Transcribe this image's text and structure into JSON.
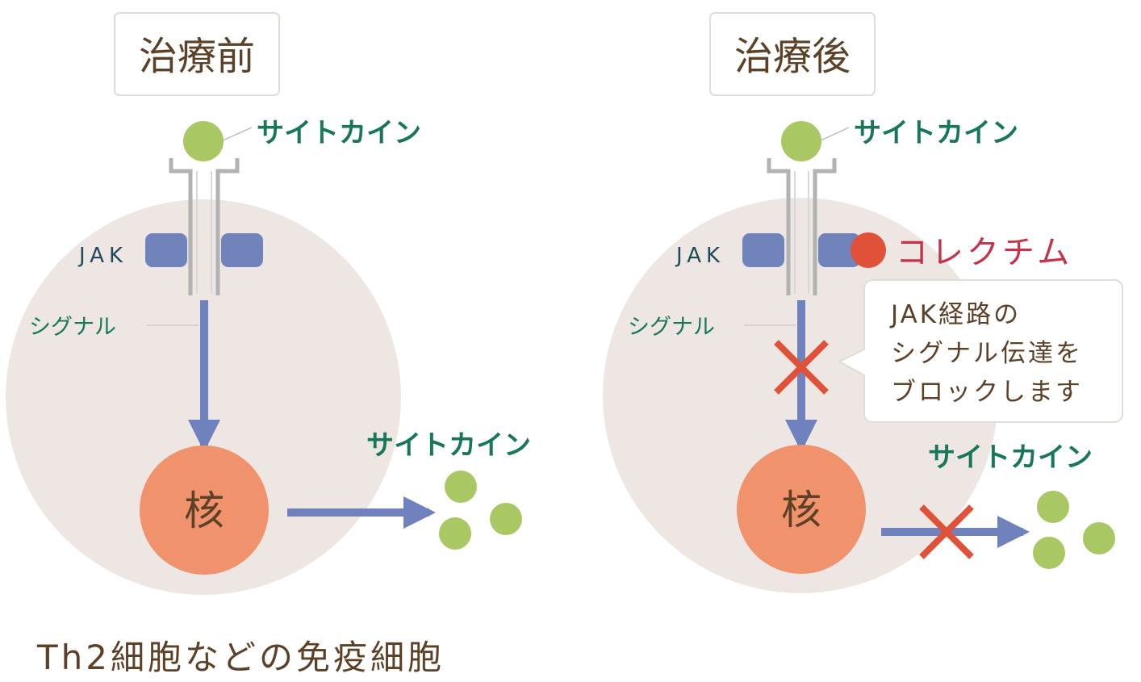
{
  "panels": {
    "before": {
      "title": "治療前",
      "cytokine_label": "サイトカイン",
      "jak_label": "JAK",
      "signal_label": "シグナル",
      "nucleus_label": "核",
      "output_label": "サイトカイン"
    },
    "after": {
      "title": "治療後",
      "cytokine_label": "サイトカイン",
      "jak_label": "JAK",
      "signal_label": "シグナル",
      "drug_label": "コレクチム",
      "callout_lines": [
        "JAK経路の",
        "シグナル伝達を",
        "ブロックします"
      ],
      "nucleus_label": "核",
      "output_label": "サイトカイン"
    }
  },
  "caption": "Th2細胞などの免疫細胞",
  "colors": {
    "cell": "#eee6e2",
    "nucleus": "#f0936c",
    "cytokine": "#a9c763",
    "jak": "#7183bb",
    "arrow": "#6f82bd",
    "receptor": "#b2b2b2",
    "drug": "#e0513a",
    "block_x": "#e0513a",
    "green_text": "#17775a",
    "brown_text": "#5d4127",
    "drug_text": "#c6324a"
  }
}
